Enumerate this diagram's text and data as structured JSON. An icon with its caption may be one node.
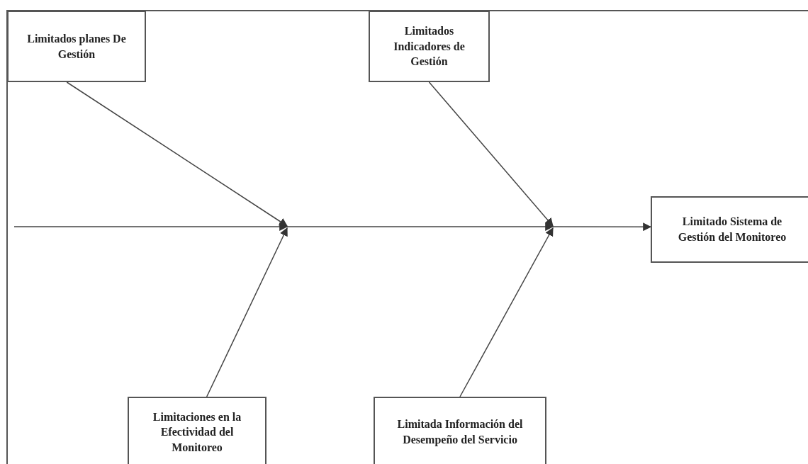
{
  "diagram": {
    "nodes": [
      {
        "text": [
          "Limitados planes De Gestión"
        ]
      },
      {
        "text": [
          "Limitados Indicadores de Gestión"
        ]
      },
      {
        "text": [
          "Limitaciones en la Efectividad del Monitoreo"
        ]
      },
      {
        "text": [
          "Limitada Información del Desempeño del Servicio"
        ]
      },
      {
        "text": [
          "Limitado Sistema de Gestión del Monitoreo"
        ]
      }
    ],
    "edges": [
      {
        "from": null,
        "to": 4,
        "arrow": "to"
      },
      {
        "from": 0,
        "to": null,
        "arrow": "to"
      },
      {
        "from": 1,
        "to": null,
        "arrow": "to"
      },
      {
        "from": 2,
        "to": null,
        "arrow": "to"
      },
      {
        "from": 3,
        "to": null,
        "arrow": "to"
      }
    ]
  }
}
